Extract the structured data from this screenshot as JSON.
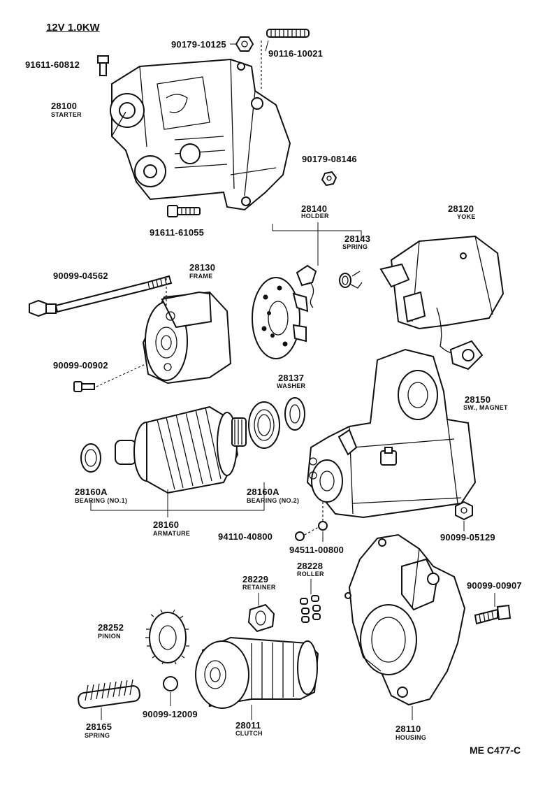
{
  "title": "12V 1.0KW",
  "diagram_code": "ME C477-C",
  "parts": [
    {
      "key": "starter",
      "number": "28100",
      "name": "STARTER"
    },
    {
      "key": "nut_top",
      "number": "90179-10125",
      "name": ""
    },
    {
      "key": "stud_top",
      "number": "90116-10021",
      "name": ""
    },
    {
      "key": "bolt_top",
      "number": "91611-60812",
      "name": ""
    },
    {
      "key": "nut_small",
      "number": "90179-08146",
      "name": ""
    },
    {
      "key": "bolt_bottom",
      "number": "91611-61055",
      "name": ""
    },
    {
      "key": "holder",
      "number": "28140",
      "name": "HOLDER"
    },
    {
      "key": "spring_brush",
      "number": "28143",
      "name": "SPRING"
    },
    {
      "key": "yoke",
      "number": "28120",
      "name": "YOKE"
    },
    {
      "key": "through_bolt",
      "number": "90099-04562",
      "name": ""
    },
    {
      "key": "frame",
      "number": "28130",
      "name": "FRAME"
    },
    {
      "key": "screw_frame",
      "number": "90099-00902",
      "name": ""
    },
    {
      "key": "washer",
      "number": "28137",
      "name": "WASHER"
    },
    {
      "key": "switch_magnet",
      "number": "28150",
      "name": "SW., MAGNET"
    },
    {
      "key": "bearing1",
      "number": "28160A",
      "name": "BEARING (NO.1)"
    },
    {
      "key": "bearing2",
      "number": "28160A",
      "name": "BEARING (NO.2)"
    },
    {
      "key": "armature",
      "number": "28160",
      "name": "ARMATURE"
    },
    {
      "key": "nut_magnet",
      "number": "90099-05129",
      "name": ""
    },
    {
      "key": "nut_94110",
      "number": "94110-40800",
      "name": ""
    },
    {
      "key": "washer_94511",
      "number": "94511-00800",
      "name": ""
    },
    {
      "key": "roller",
      "number": "28228",
      "name": "ROLLER"
    },
    {
      "key": "retainer",
      "number": "28229",
      "name": "RETAINER"
    },
    {
      "key": "bolt_housing",
      "number": "90099-00907",
      "name": ""
    },
    {
      "key": "pinion",
      "number": "28252",
      "name": "PINION"
    },
    {
      "key": "ball",
      "number": "90099-12009",
      "name": ""
    },
    {
      "key": "spring_pinion",
      "number": "28165",
      "name": "SPRING"
    },
    {
      "key": "clutch",
      "number": "28011",
      "name": "CLUTCH"
    },
    {
      "key": "housing",
      "number": "28110",
      "name": "HOUSING"
    }
  ]
}
